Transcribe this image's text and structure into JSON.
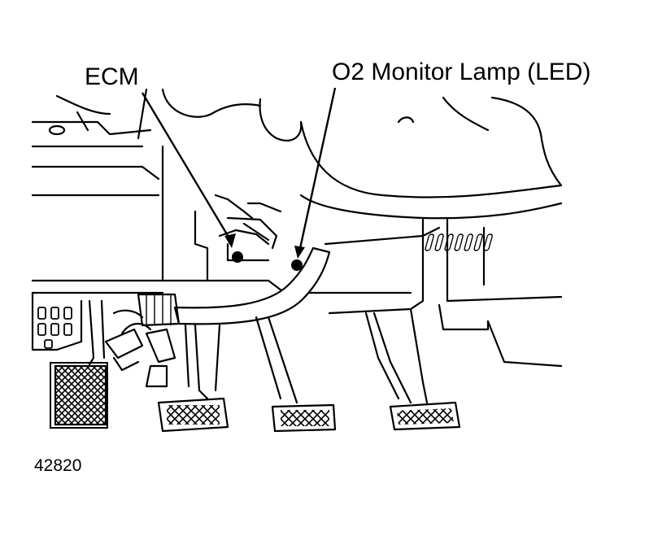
{
  "labels": {
    "ecm": "ECM",
    "o2_lamp": "O2 Monitor Lamp (LED)"
  },
  "figure_number": "42820",
  "colors": {
    "line": "#000000",
    "background": "#ffffff"
  }
}
